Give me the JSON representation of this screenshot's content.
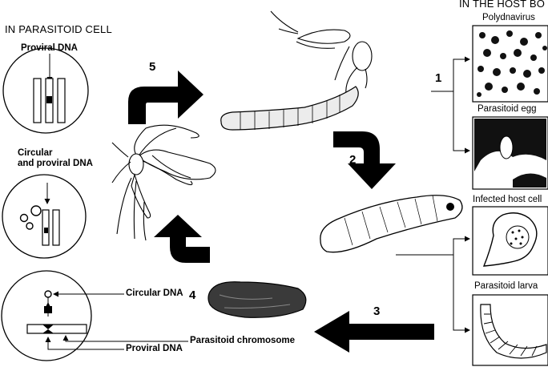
{
  "left_header": "IN PARASITOID CELL",
  "right_header": "IN THE HOST BO",
  "cell_labels": {
    "proviral": "Proviral DNA",
    "circular_and_proviral_1": "Circular",
    "circular_and_proviral_2": "and proviral DNA",
    "circular": "Circular DNA",
    "proviral_bottom": "Proviral DNA",
    "chromosome": "Parasitoid chromosome"
  },
  "host_panels": [
    "Polydnavirus",
    "Parasitoid egg",
    "Infected host cell",
    "Parasitoid larva"
  ],
  "step_numbers": [
    "1",
    "2",
    "3",
    "4",
    "5"
  ]
}
